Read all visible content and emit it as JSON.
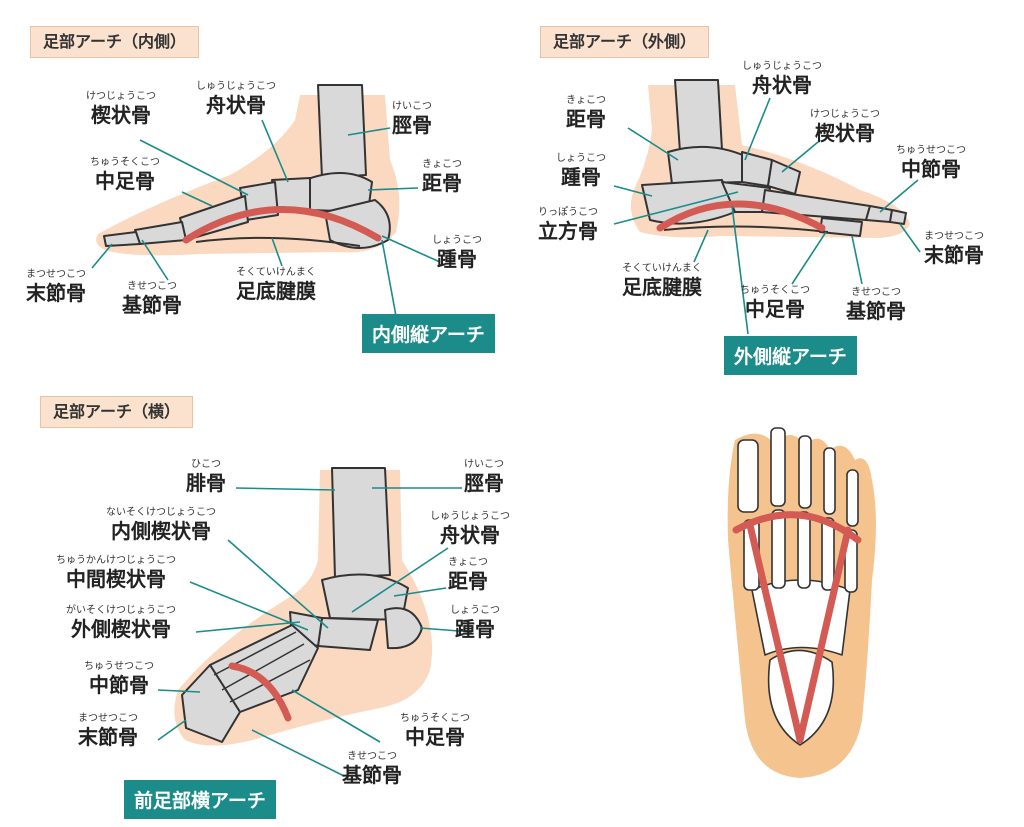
{
  "medial": {
    "title": "足部アーチ（内側）",
    "labels": {
      "cuneiform": {
        "ruby": "けつじょうこつ",
        "text": "楔状骨"
      },
      "navicular": {
        "ruby": "しゅうじょうこつ",
        "text": "舟状骨"
      },
      "tibia": {
        "ruby": "けいこつ",
        "text": "脛骨"
      },
      "metatarsal": {
        "ruby": "ちゅうそくこつ",
        "text": "中足骨"
      },
      "talus": {
        "ruby": "きょこつ",
        "text": "距骨"
      },
      "calcaneus": {
        "ruby": "しょうこつ",
        "text": "踵骨"
      },
      "distal_phalanx": {
        "ruby": "まつせつこつ",
        "text": "末節骨"
      },
      "proximal_phalanx": {
        "ruby": "きせつこつ",
        "text": "基節骨"
      },
      "plantar_fascia": {
        "ruby": "そくていけんまく",
        "text": "足底腱膜"
      }
    },
    "arch": "内側縦アーチ"
  },
  "lateral": {
    "title": "足部アーチ（外側）",
    "labels": {
      "navicular": {
        "ruby": "しゅうじょうこつ",
        "text": "舟状骨"
      },
      "talus": {
        "ruby": "きょこつ",
        "text": "距骨"
      },
      "cuneiform": {
        "ruby": "けつじょうこつ",
        "text": "楔状骨"
      },
      "middle_phalanx": {
        "ruby": "ちゅうせつこつ",
        "text": "中節骨"
      },
      "calcaneus": {
        "ruby": "しょうこつ",
        "text": "踵骨"
      },
      "cuboid": {
        "ruby": "りっぽうこつ",
        "text": "立方骨"
      },
      "distal_phalanx": {
        "ruby": "まつせつこつ",
        "text": "末節骨"
      },
      "plantar_fascia": {
        "ruby": "そくていけんまく",
        "text": "足底腱膜"
      },
      "metatarsal": {
        "ruby": "ちゅうそくこつ",
        "text": "中足骨"
      },
      "proximal_phalanx": {
        "ruby": "きせつこつ",
        "text": "基節骨"
      }
    },
    "arch": "外側縦アーチ"
  },
  "transverse": {
    "title": "足部アーチ（横）",
    "labels": {
      "fibula": {
        "ruby": "ひこつ",
        "text": "腓骨"
      },
      "tibia": {
        "ruby": "けいこつ",
        "text": "脛骨"
      },
      "medial_cuneiform": {
        "ruby": "ないそくけつじょうこつ",
        "text": "内側楔状骨"
      },
      "navicular": {
        "ruby": "しゅうじょうこつ",
        "text": "舟状骨"
      },
      "intermediate_cuneiform": {
        "ruby": "ちゅうかんけつじょうこつ",
        "text": "中間楔状骨"
      },
      "talus": {
        "ruby": "きょこつ",
        "text": "距骨"
      },
      "lateral_cuneiform": {
        "ruby": "がいそくけつじょうこつ",
        "text": "外側楔状骨"
      },
      "calcaneus": {
        "ruby": "しょうこつ",
        "text": "踵骨"
      },
      "middle_phalanx": {
        "ruby": "ちゅうせつこつ",
        "text": "中節骨"
      },
      "distal_phalanx": {
        "ruby": "まつせつこつ",
        "text": "末節骨"
      },
      "metatarsal": {
        "ruby": "ちゅうそくこつ",
        "text": "中足骨"
      },
      "proximal_phalanx": {
        "ruby": "きせつこつ",
        "text": "基節骨"
      }
    },
    "arch": "前足部横アーチ"
  },
  "colors": {
    "skin": "#fbd9c0",
    "bone": "#d9d9d9",
    "outline": "#333333",
    "arch": "#d35b53",
    "leader": "#1b8c8a",
    "tag": "#1b8c8a"
  }
}
